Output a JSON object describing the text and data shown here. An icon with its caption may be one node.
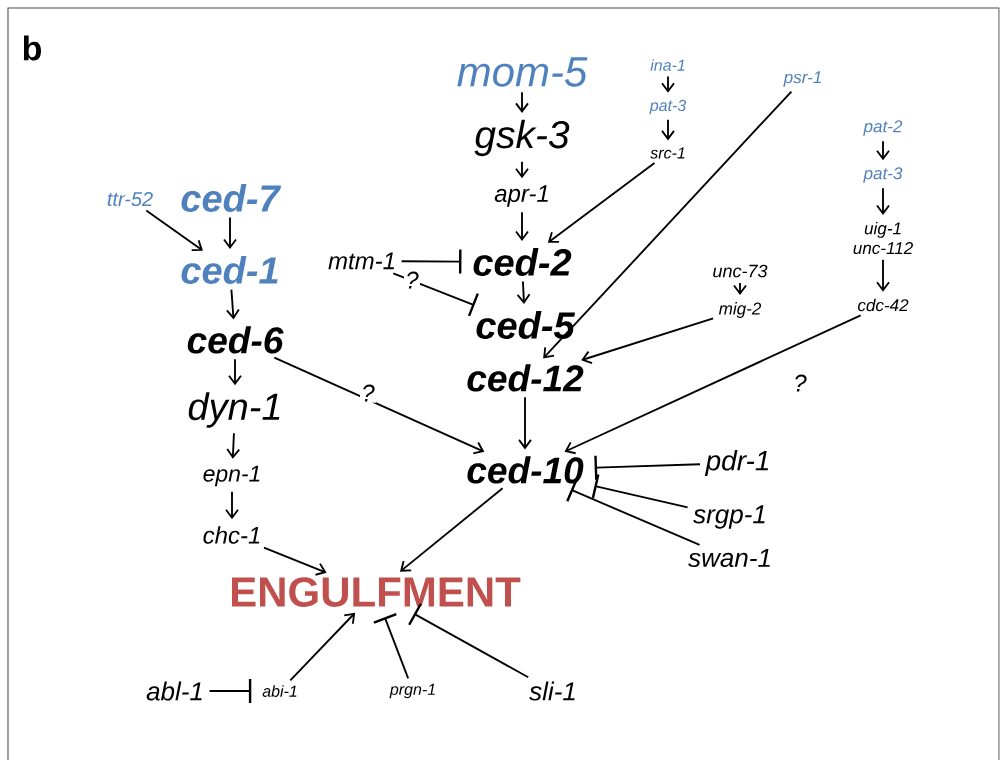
{
  "diagram": {
    "nodes": [
      {
        "text": [
          "mom-5"
        ]
      },
      {
        "text": [
          "gsk-3"
        ]
      },
      {
        "text": [
          "apr-1"
        ]
      },
      {
        "text": [
          "ced-2"
        ]
      },
      {
        "text": [
          "ced-5"
        ]
      },
      {
        "text": [
          "ced-12"
        ]
      },
      {
        "text": [
          "ced-10"
        ]
      },
      {
        "text": [
          "ina-1"
        ]
      },
      {
        "text": [
          "pat-3"
        ]
      },
      {
        "text": [
          "src-1"
        ]
      },
      {
        "text": [
          "psr-1"
        ]
      },
      {
        "text": [
          "pat-2"
        ]
      },
      {
        "text": [
          "pat-3"
        ]
      },
      {
        "text": [
          "uig-1 unc-112"
        ]
      },
      {
        "text": [
          "cdc-42"
        ]
      },
      {
        "text": [
          "unc-73"
        ]
      },
      {
        "text": [
          "mig-2"
        ]
      },
      {
        "text": [
          "mtm-1"
        ]
      },
      {
        "text": [
          "ttr-52"
        ]
      },
      {
        "text": [
          "ced-7"
        ]
      },
      {
        "text": [
          "ced-1"
        ]
      },
      {
        "text": [
          "ced-6"
        ]
      },
      {
        "text": [
          "dyn-1"
        ]
      },
      {
        "text": [
          "epn-1"
        ]
      },
      {
        "text": [
          "chc-1"
        ]
      },
      {
        "text": [
          "ENGULFMENT"
        ]
      },
      {
        "text": [
          "pdr-1"
        ]
      },
      {
        "text": [
          "srgp-1"
        ]
      },
      {
        "text": [
          "swan-1"
        ]
      },
      {
        "text": [
          "abl-1"
        ]
      },
      {
        "text": [
          "abi-1"
        ]
      },
      {
        "text": [
          "prgn-1"
        ]
      },
      {
        "text": [
          "sli-1"
        ]
      }
    ],
    "edges": [
      {
        "from": 0,
        "to": 1,
        "arrow": "to"
      },
      {
        "from": 1,
        "to": 2,
        "arrow": "to"
      },
      {
        "from": 2,
        "to": 3,
        "arrow": "to"
      },
      {
        "from": 3,
        "to": 4,
        "arrow": "to"
      },
      {
        "from": 7,
        "to": 8,
        "arrow": "to"
      },
      {
        "from": 8,
        "to": 9,
        "arrow": "to"
      },
      {
        "from": 9,
        "to": 3,
        "arrow": "to"
      },
      {
        "from": 10,
        "to": 5,
        "arrow": "to"
      },
      {
        "from": 15,
        "to": 16,
        "arrow": "to"
      },
      {
        "from": 16,
        "to": 5,
        "arrow": "to"
      },
      {
        "from": 11,
        "to": 12,
        "arrow": "to"
      },
      {
        "from": 12,
        "to": 13,
        "arrow": "to"
      },
      {
        "from": 13,
        "to": 14,
        "arrow": "to"
      },
      {
        "from": 14,
        "to": 6,
        "arrow": "to",
        "label": "?"
      },
      {
        "from": 17,
        "to": 3,
        "arrow": "other"
      },
      {
        "from": 17,
        "to": 4,
        "arrow": "other",
        "label": "?"
      },
      {
        "from": 18,
        "to": 20,
        "arrow": "to"
      },
      {
        "from": 19,
        "to": 20,
        "arrow": "to"
      },
      {
        "from": 20,
        "to": 21,
        "arrow": "to"
      },
      {
        "from": 21,
        "to": 22,
        "arrow": "to"
      },
      {
        "from": 21,
        "to": 6,
        "arrow": "to",
        "label": "?"
      },
      {
        "from": 22,
        "to": 23,
        "arrow": "to"
      },
      {
        "from": 23,
        "to": 24,
        "arrow": "to"
      },
      {
        "from": 24,
        "to": 25,
        "arrow": "to"
      },
      {
        "from": 5,
        "to": 6,
        "arrow": "to"
      },
      {
        "from": 6,
        "to": 25,
        "arrow": "to"
      },
      {
        "from": 26,
        "to": 6,
        "arrow": "other"
      },
      {
        "from": 27,
        "to": 6,
        "arrow": "other"
      },
      {
        "from": 28,
        "to": 6,
        "arrow": "other"
      },
      {
        "from": 29,
        "to": 30,
        "arrow": "other"
      },
      {
        "from": 30,
        "to": 25,
        "arrow": "to"
      },
      {
        "from": 31,
        "to": 25,
        "arrow": "other"
      },
      {
        "from": 32,
        "to": 25,
        "arrow": "other"
      }
    ],
    "labels": [
      "b"
    ]
  }
}
